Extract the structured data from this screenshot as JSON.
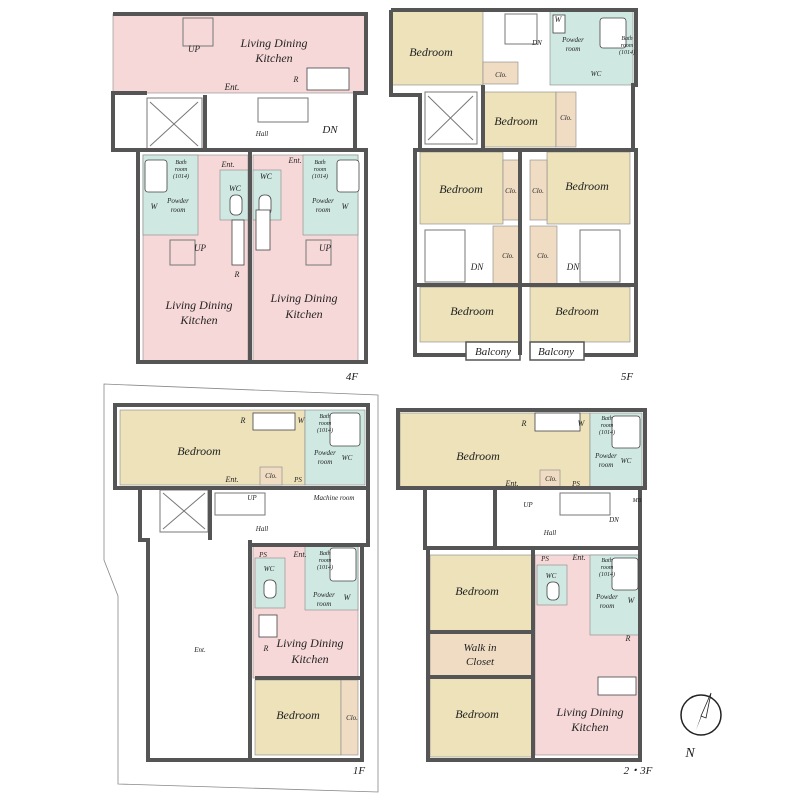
{
  "colors": {
    "living": "#f7d8d8",
    "bedroom": "#ede2b9",
    "wet": "#cfe8e2",
    "closet": "#f0dcc3",
    "hall": "#ffffff",
    "wall": "#555555",
    "balcony": "#ffffff"
  },
  "labels": {
    "ldk": [
      "Living Dining",
      "Kitchen"
    ],
    "bedroom": "Bedroom",
    "bath": [
      "Bath",
      "room",
      "(1014)"
    ],
    "powder": [
      "Powder",
      "room"
    ],
    "wc": "WC",
    "w": "W",
    "r": "R",
    "ent": "Ent.",
    "clo": "Clo.",
    "hall": "Hall",
    "up": "UP",
    "dn": "DN",
    "balcony": "Balcony",
    "machine": "Machine room",
    "walkin": [
      "Walk in",
      "Closet"
    ],
    "ps": "PS",
    "mb": "MB"
  },
  "floors": {
    "f4": "4F",
    "f5": "5F",
    "f1": "1F",
    "f23": "2・3F"
  },
  "compass": {
    "north": "N"
  }
}
